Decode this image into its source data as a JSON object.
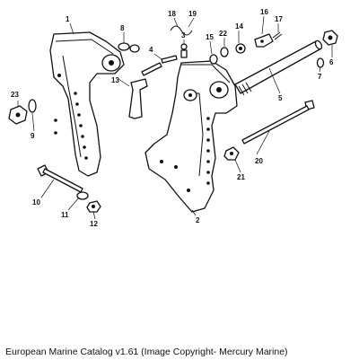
{
  "caption": "European Marine Catalog v1.61 (Image Copyright- Mercury Marine)",
  "callouts": [
    "1",
    "2",
    "3",
    "4",
    "5",
    "6",
    "7",
    "8",
    "9",
    "10",
    "11",
    "12",
    "13",
    "14",
    "15",
    "16",
    "17",
    "18",
    "19",
    "20",
    "21",
    "22",
    "23"
  ],
  "accent_color": "#111111"
}
